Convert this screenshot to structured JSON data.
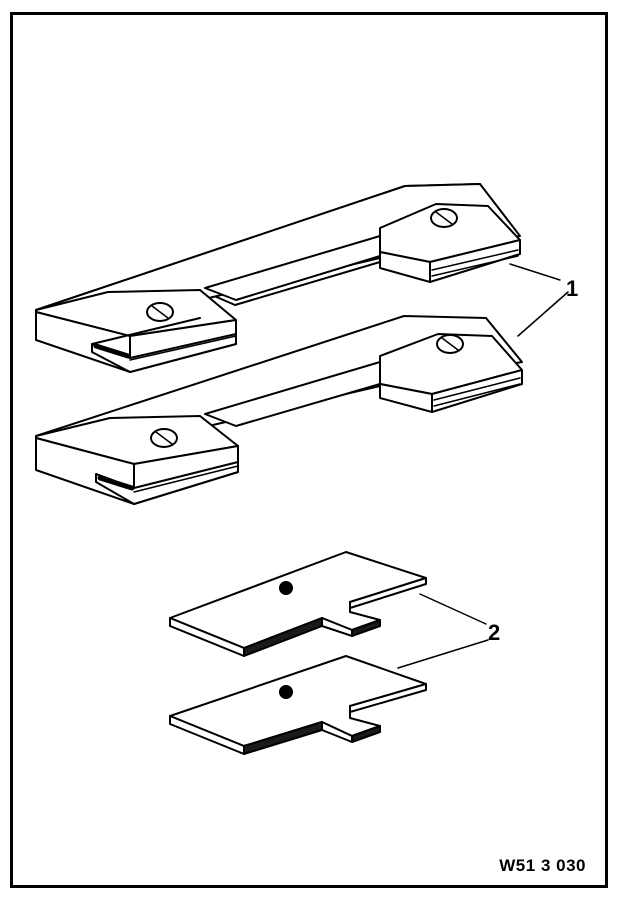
{
  "labels": {
    "part_1": "1",
    "part_2": "2"
  },
  "figure_code": "W51 3 030",
  "colors": {
    "line": "#000000",
    "background": "#ffffff",
    "shadow": "#1a1a1a"
  }
}
